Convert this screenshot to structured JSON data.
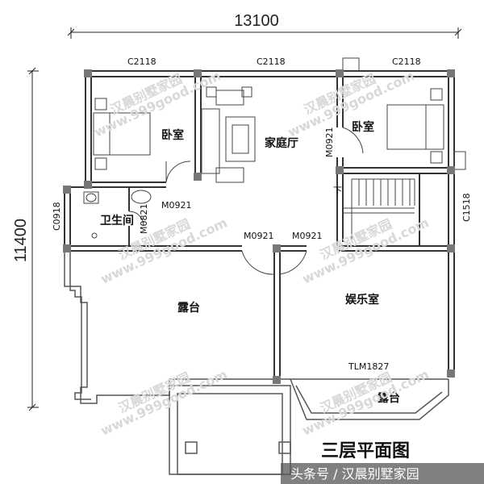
{
  "dimensions": {
    "width_total": "13100",
    "height_total": "11400"
  },
  "windows": {
    "c2118_left": "C2118",
    "c2118_mid": "C2118",
    "c2118_right": "C2118",
    "c0918": "C0918",
    "c1518": "C1518"
  },
  "doors": {
    "m0921_bedroom_right": "M0921",
    "m0921_bathroom": "M0921",
    "m0921_bathroom_side": "M0821",
    "m0921_terrace": "M0921",
    "m0921_rec": "M0921",
    "tlm": "TLM1827"
  },
  "rooms": {
    "bedroom_left": "卧室",
    "living": "家庭厅",
    "bedroom_right": "卧室",
    "bathroom": "卫生间",
    "terrace": "露台",
    "recreation": "娱乐室",
    "balcony": "露台"
  },
  "stair_mark": "下",
  "watermark": {
    "line1": "汉晨别墅家园",
    "line2": "www.999good.com"
  },
  "title": "三层平面图",
  "credit": "头条号 / 汉晨别墅家园"
}
